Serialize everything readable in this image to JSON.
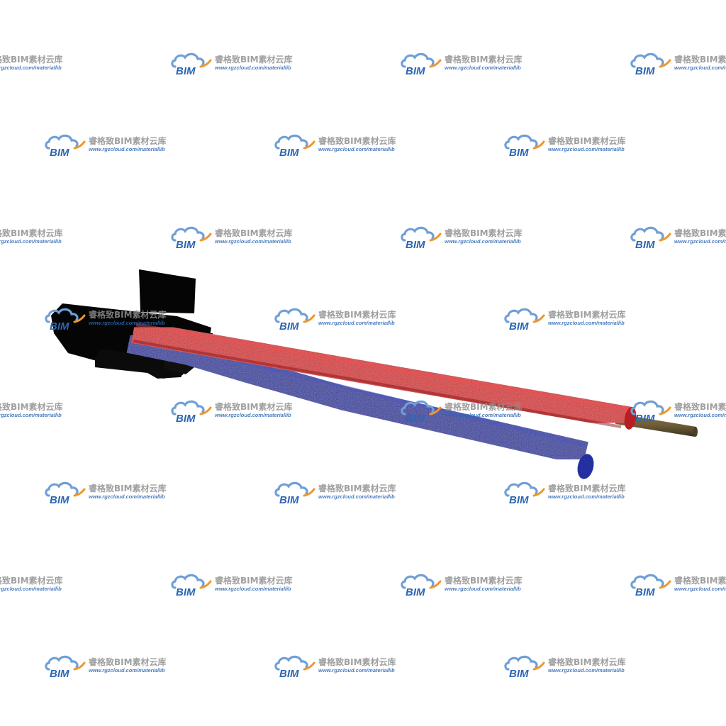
{
  "watermark": {
    "logo_text": "BIM",
    "brand_name": "睿格致BIM素材云库",
    "url": "www.rgzcloud.com/materiallib"
  },
  "colors": {
    "background": "#ffffff",
    "connector": "#050505",
    "red_wire": "#d8282a",
    "blue_wire": "#2a35a0",
    "copper_core": "#6e5d37",
    "logo_blue": "#2c66b3",
    "logo_orange": "#f0962e",
    "brand_gray": "#8f8f8f"
  }
}
